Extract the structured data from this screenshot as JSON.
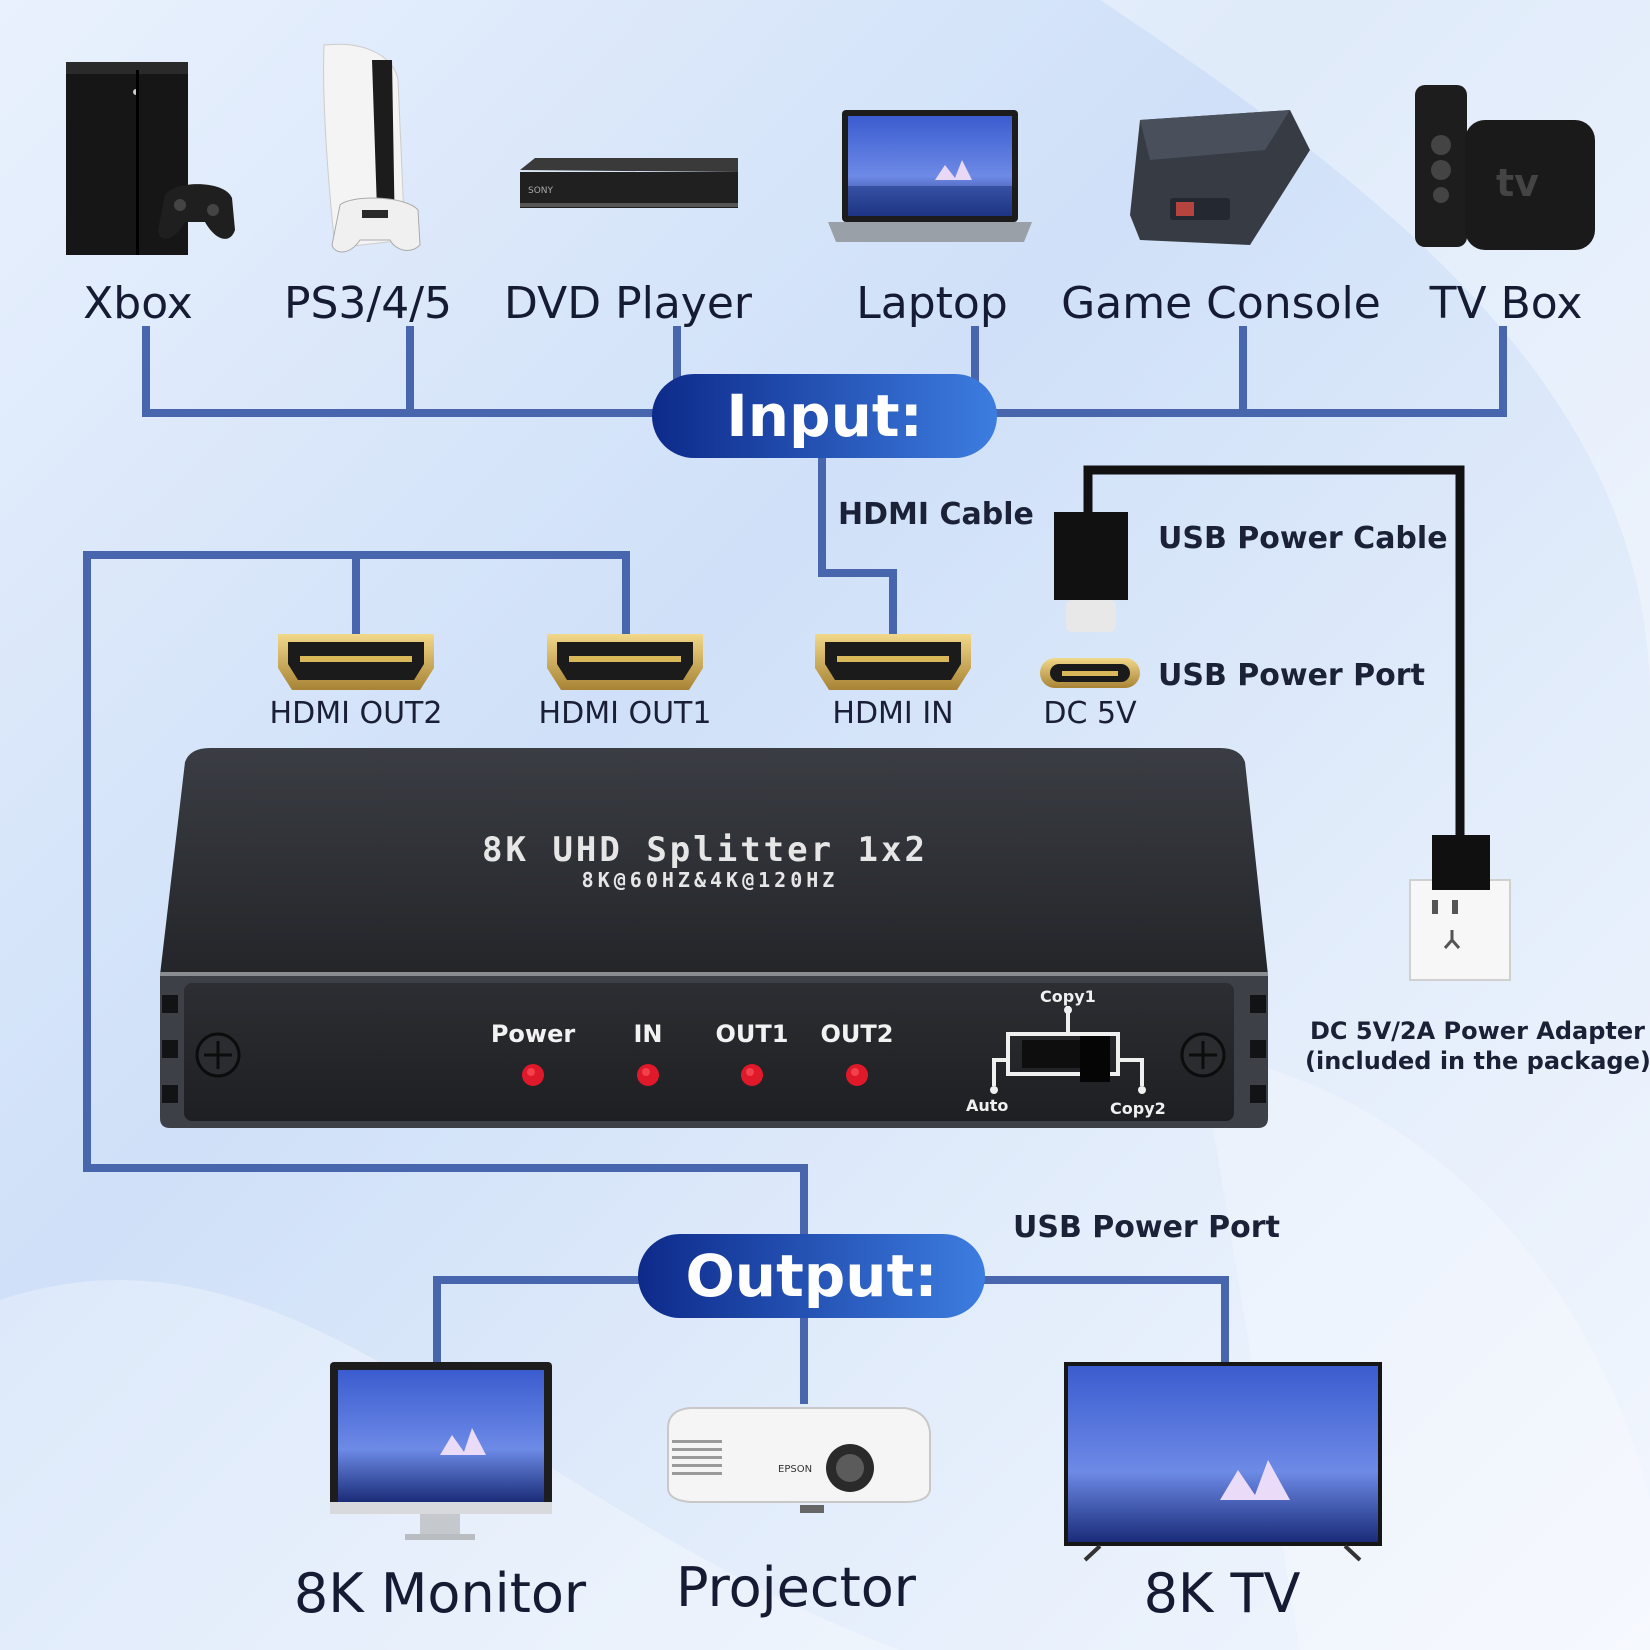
{
  "inputs": [
    {
      "label": "Xbox"
    },
    {
      "label": "PS3/4/5"
    },
    {
      "label": "DVD Player"
    },
    {
      "label": "Laptop"
    },
    {
      "label": "Game Console"
    },
    {
      "label": "TV Box"
    }
  ],
  "input_pill": "Input:",
  "output_pill": "Output:",
  "hdmi_cable_label": "HDMI Cable",
  "usb_power_cable_label": "USB Power Cable",
  "usb_power_port_label": "USB Power Port",
  "usb_power_port_label_2": "USB Power Port",
  "ports": {
    "out2": "HDMI OUT2",
    "out1": "HDMI OUT1",
    "in": "HDMI IN",
    "dc": "DC 5V"
  },
  "device": {
    "title": "8K  UHD Splitter 1x2",
    "subtitle": "8K@60HZ&4K@120HZ",
    "leds": [
      "Power",
      "IN",
      "OUT1",
      "OUT2"
    ],
    "switch_labels": {
      "copy1": "Copy1",
      "auto": "Auto",
      "copy2": "Copy2"
    },
    "brand_dvd": "SONY",
    "brand_projector": "EPSON",
    "tvbox_logo": "tv"
  },
  "adapter": {
    "line1": "DC 5V/2A Power Adapter",
    "line2": "(included in the package)"
  },
  "outputs": [
    {
      "label": "8K Monitor"
    },
    {
      "label": "Projector"
    },
    {
      "label": "8K TV"
    }
  ],
  "colors": {
    "line": "#4866ad",
    "pill_dark": "#0d2a8a",
    "pill_light": "#3d7de0",
    "device": "#2b2d31",
    "led": "#e0192a"
  }
}
